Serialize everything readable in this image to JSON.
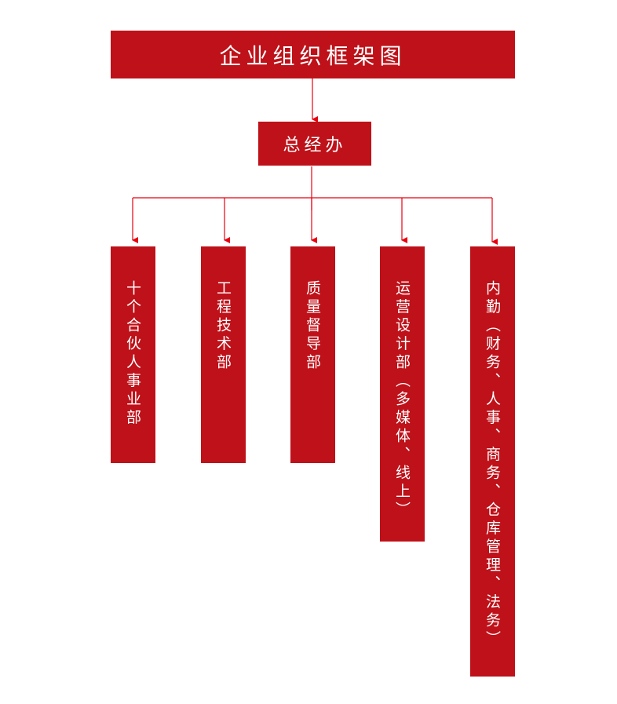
{
  "title": "企业组织框架图",
  "head_office": "总经办",
  "departments": [
    {
      "label": "十个合伙人事业部"
    },
    {
      "label": "工程技术部"
    },
    {
      "label": "质量督导部"
    },
    {
      "label": "运营设计部（多媒体、线上）"
    },
    {
      "label": "内勤（财务、人事、商务、仓库管理、法务）"
    }
  ],
  "colors": {
    "box": "#BE1119",
    "connector": "#E8000F"
  }
}
